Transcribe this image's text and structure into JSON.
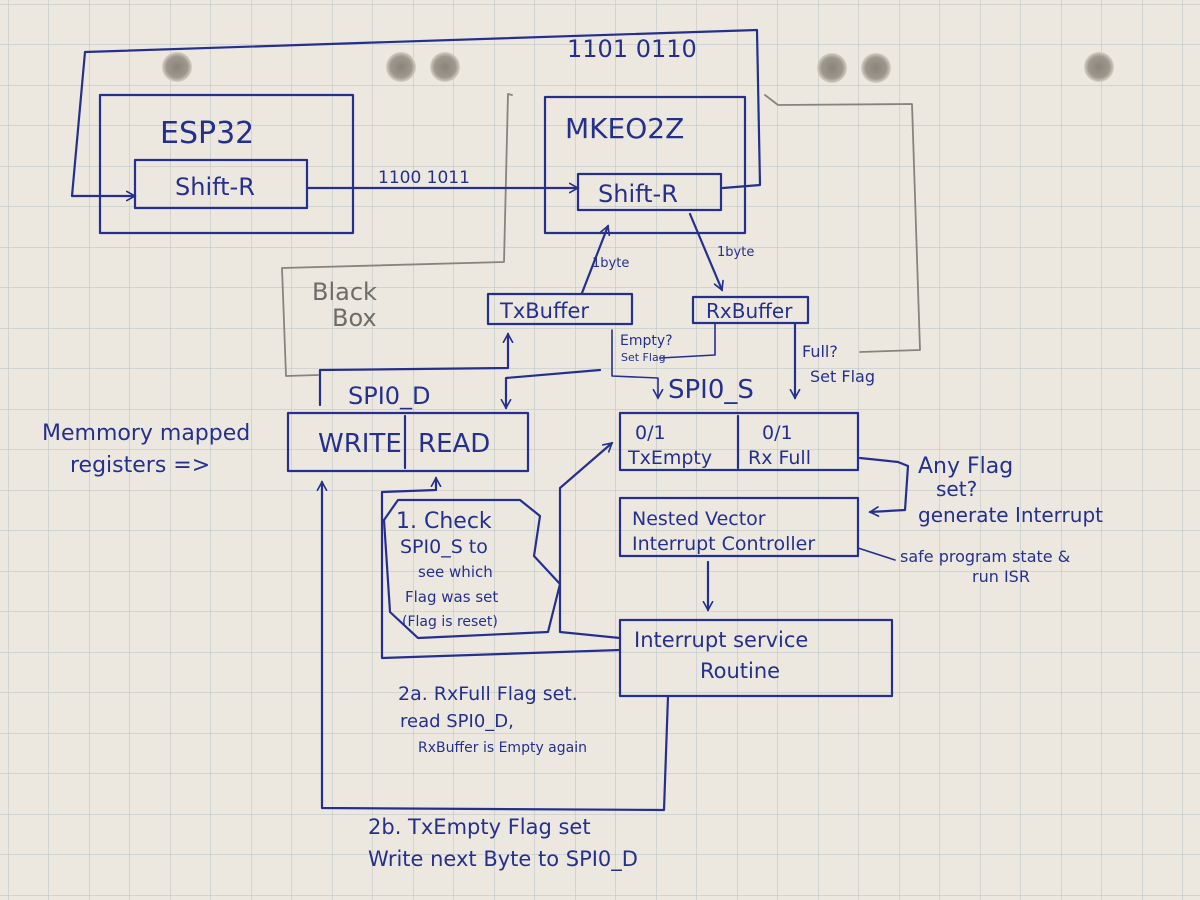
{
  "paper": {
    "background": "#ece8df",
    "grid_color": "#b8c0c4",
    "ink_color": "#25308e",
    "pencil_color": "#86847e"
  },
  "labels": {
    "esp32": "ESP32",
    "esp_shift": "Shift-R",
    "mkeo": "MKEO2Z",
    "mkeo_shift": "Shift-R",
    "top_bits": "1101 0110",
    "mid_bits": "1100 1011",
    "black_box_1": "Black",
    "black_box_2": "Box",
    "tx_buffer": "TxBuffer",
    "rx_buffer": "RxBuffer",
    "tx_1byte": "1byte",
    "rx_1byte": "1byte",
    "empty_q": "Empty?",
    "set_flag": "Set Flag",
    "full_q": "Full?",
    "full_set_flag": "Set Flag",
    "spio_d": "SPI0_D",
    "spio_s": "SPI0_S",
    "write": "WRITE",
    "read": "READ",
    "flag_tx_val": "0/1",
    "flag_tx": "TxEmpty",
    "flag_rx_val": "0/1",
    "flag_rx": "Rx Full",
    "mem_1": "Memmory mapped",
    "mem_2": "registers =>",
    "any_1": "Any Flag",
    "any_2": "set?",
    "any_3": "generate Interrupt",
    "nvic_1": "Nested Vector",
    "nvic_2": "Interrupt Controller",
    "safe_1": "safe program state &",
    "safe_2": "run ISR",
    "isr_1": "Interrupt service",
    "isr_2": "Routine",
    "check_1": "1. Check",
    "check_2": "SPI0_S to",
    "check_3": "see which",
    "check_4": "Flag was set",
    "check_5": "(Flag is reset)",
    "step2a_1": "2a. RxFull Flag set.",
    "step2a_2": "read SPI0_D,",
    "step2a_3": "RxBuffer is Empty again",
    "step2b_1": "2b. TxEmpty Flag set",
    "step2b_2": "Write next Byte to SPI0_D"
  }
}
